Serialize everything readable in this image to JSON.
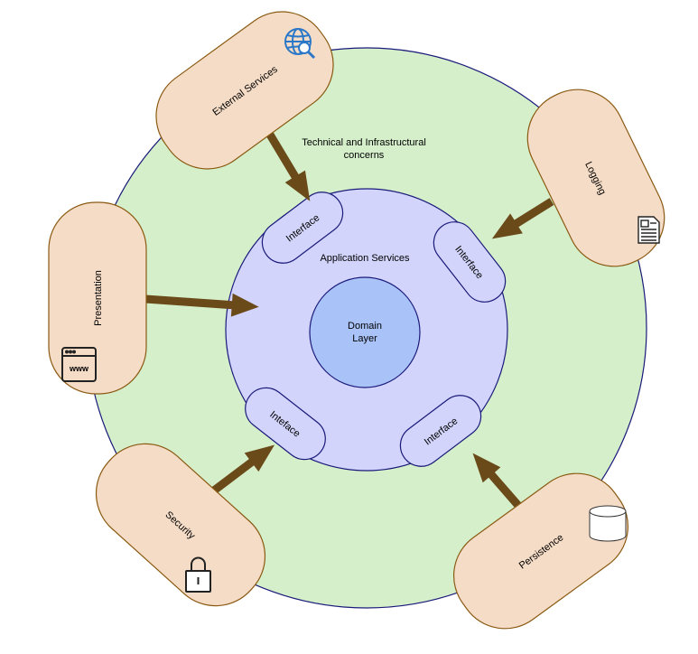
{
  "colors": {
    "outer_ring_fill": "#d5efcb",
    "app_services_fill": "#d2d4fb",
    "domain_fill": "#a9c3f8",
    "interface_fill": "#d2d4fb",
    "circle_stroke": "#1a1a7a",
    "box_fill": "#f5dcc6",
    "box_stroke": "#8a5a12",
    "arrow_fill": "#6b4a1a",
    "globe_icon": "#2b78c8",
    "dark_icon": "#222222"
  },
  "outer_ring": {
    "label_line1": "Technical and Infrastructural",
    "label_line2": "concerns"
  },
  "application_services": {
    "label": "Application Services"
  },
  "domain_layer": {
    "label_line1": "Domain",
    "label_line2": "Layer"
  },
  "interfaces": [
    {
      "id": "top-left",
      "label": "Interface"
    },
    {
      "id": "top-right",
      "label": "Interface"
    },
    {
      "id": "bottom-left",
      "label": "Inteface"
    },
    {
      "id": "bottom-right",
      "label": "Interface"
    }
  ],
  "outer_boxes": [
    {
      "id": "external-services",
      "label": "External Services",
      "icon": "globe-search-icon"
    },
    {
      "id": "logging",
      "label": "Logging",
      "icon": "document-icon"
    },
    {
      "id": "presentation",
      "label": "Presentation",
      "icon": "www-browser-icon"
    },
    {
      "id": "security",
      "label": "Security",
      "icon": "padlock-icon"
    },
    {
      "id": "persistence",
      "label": "Persistence",
      "icon": "database-icon"
    }
  ]
}
